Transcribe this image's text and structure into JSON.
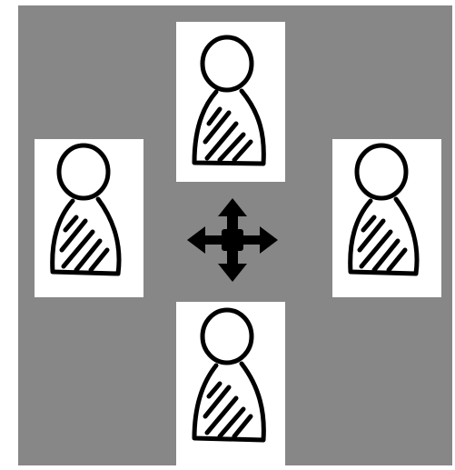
{
  "board": {
    "background_color": "#878787"
  },
  "cards": [
    {
      "id": "card-top",
      "icon": "person-icon",
      "background_color": "#ffffff"
    },
    {
      "id": "card-left",
      "icon": "person-icon",
      "background_color": "#ffffff"
    },
    {
      "id": "card-right",
      "icon": "person-icon",
      "background_color": "#ffffff"
    },
    {
      "id": "card-bottom",
      "icon": "person-icon",
      "background_color": "#ffffff"
    }
  ],
  "center_control": {
    "icon": "move-arrows-icon",
    "color": "#000000"
  }
}
